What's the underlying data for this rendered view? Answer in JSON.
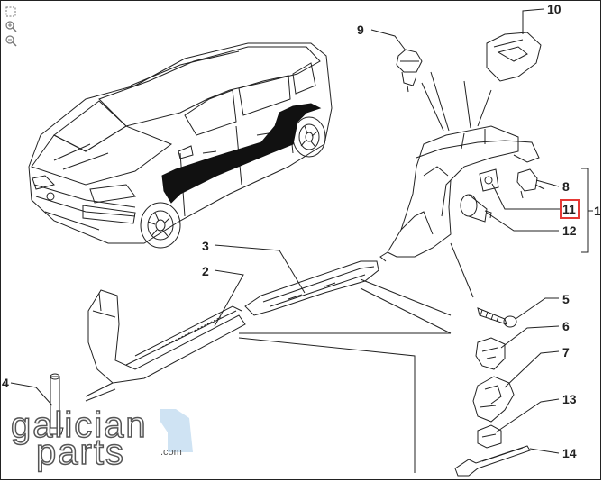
{
  "callouts": [
    {
      "id": "c1",
      "number": "1"
    },
    {
      "id": "c2",
      "number": "2"
    },
    {
      "id": "c3",
      "number": "3"
    },
    {
      "id": "c4",
      "number": "4"
    },
    {
      "id": "c5",
      "number": "5"
    },
    {
      "id": "c6",
      "number": "6"
    },
    {
      "id": "c7",
      "number": "7"
    },
    {
      "id": "c8",
      "number": "8"
    },
    {
      "id": "c9",
      "number": "9"
    },
    {
      "id": "c10",
      "number": "10"
    },
    {
      "id": "c11",
      "number": "11",
      "highlighted": true
    },
    {
      "id": "c12",
      "number": "12"
    },
    {
      "id": "c13",
      "number": "13"
    },
    {
      "id": "c14",
      "number": "14"
    }
  ],
  "logo": {
    "line1": "galician",
    "line2": "parts",
    "suffix": ".com"
  },
  "colors": {
    "ink": "#222222",
    "highlight": "#e53935",
    "logo_blue": "#cfe3f3"
  },
  "icons": [
    "fit-page-icon",
    "zoom-in-icon",
    "zoom-out-icon"
  ]
}
